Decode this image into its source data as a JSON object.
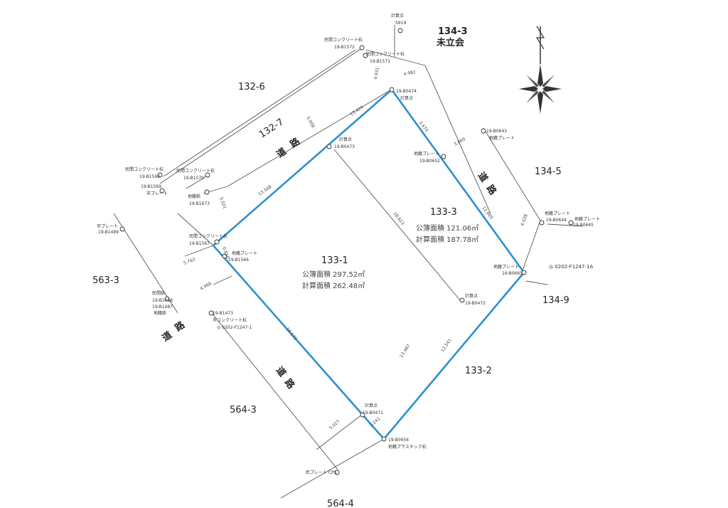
{
  "lots": {
    "l132_6": "132-6",
    "l132_7": "132-7",
    "l134_3": "134-3",
    "l134_3_note": "未立会",
    "l134_5": "134-5",
    "l563_3": "563-3",
    "l134_9": "134-9",
    "l133_2": "133-2",
    "l564_3": "564-3",
    "l564_4": "564-4"
  },
  "parcel_133_1": {
    "name": "133-1",
    "public_area": "公簿面積 297.52㎡",
    "calc_area": "計算面積 262.48㎡"
  },
  "parcel_133_3": {
    "name": "133-3",
    "public_area": "公簿面積 121.06㎡",
    "calc_area": "計算面積 187.78㎡"
  },
  "roads": {
    "ch1": "道",
    "ch2": "路"
  },
  "reference": "◎ 0202-F1247-1A",
  "points": {
    "p1_label": "計算点",
    "p1_id": "S919",
    "p2_label": "民間コンクリート杭",
    "p2_id": "19-B1572",
    "p3_label": "民間コンクリート杭",
    "p3_id": "19-B1571",
    "p4_id": "19-B0474",
    "p4_label": "計算点",
    "p5_label": "計算点",
    "p5_id": "19-B0473",
    "p6_id": "19-B0643",
    "p6_label": "地籍プレート",
    "p7_label": "地籍プレート",
    "p7_id": "19-B0652",
    "p8_label": "民間コンクリート杭",
    "p8_id": "19-B1568",
    "p9_label": "民間コンクリート杭",
    "p9_id": "19-B1570",
    "p10_id": "19-B1569",
    "p10_label": "市プレート",
    "p11_label": "地籍鋲",
    "p11_id": "19-B1673",
    "p12_label": "市プレート",
    "p12_id": "19-B1489",
    "p13_label": "民間コンクリート杭",
    "p13_id": "19-B1567",
    "p14_label": "地籍プレート",
    "p14_id": "19-B1566",
    "p15_label": "地籍プレート",
    "p15_id": "19-B0644",
    "p16_label": "地籍プレート",
    "p16_id": "19-B0645",
    "p17_label": "地籍プレート",
    "p17_id": "19-B0665",
    "p18_label": "民間鋲",
    "p18_id1": "19-B1488",
    "p18_id2": "19-B1487",
    "p18_label2": "地籍鋲",
    "p19_id": "19-B1473",
    "p19_label": "市コンクリート杭",
    "p19_note": "◎ 0202-F1247-1",
    "p20_label": "計算点",
    "p20_id": "19-B0472",
    "p21_label": "計算点",
    "p21_id": "19-B0471",
    "p22_id": "19-B0656",
    "p22_label": "地籍プラスチック杭",
    "p23_label": "民プレート CP5"
  },
  "dims": {
    "d1": "4.931",
    "d2": "4.982",
    "d3": "5.008",
    "d4": "13.429",
    "d5": "3.474",
    "d6": "3.869",
    "d7": "5.021",
    "d8": "13.568",
    "d9": "18.623",
    "d10": "12.665",
    "d11": "4.028",
    "d12": "5.763",
    "d13": "0.810",
    "d14": "4.966",
    "d15": "18.679",
    "d16": "13.487",
    "d17": "12.541",
    "d18": "5.027",
    "d19": "2.241"
  },
  "colors": {
    "boundary": "#2e8fd0",
    "lines": "#555555"
  }
}
